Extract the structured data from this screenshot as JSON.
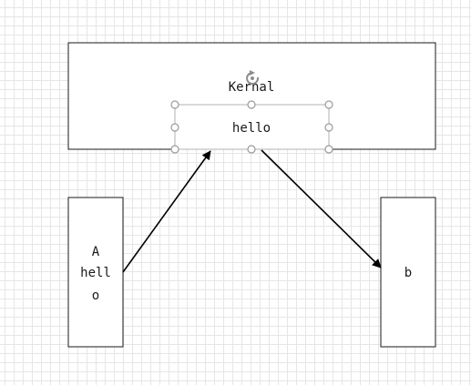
{
  "diagram": {
    "nodes": {
      "kernal": {
        "label": "Kernal"
      },
      "hello_text": {
        "label": "hello"
      },
      "a": {
        "lines": [
          "A",
          "hell",
          "o"
        ]
      },
      "b": {
        "label": "b"
      }
    },
    "edges": [
      {
        "from": "a",
        "to": "hello_text"
      },
      {
        "from": "hello_text",
        "to": "b"
      }
    ],
    "selected_node": "hello_text"
  },
  "colors": {
    "grid": "#e6e6e6",
    "stroke": "#1a1a1a",
    "handle": "#9a9a9a",
    "selection_frame": "#b0b0b0"
  }
}
